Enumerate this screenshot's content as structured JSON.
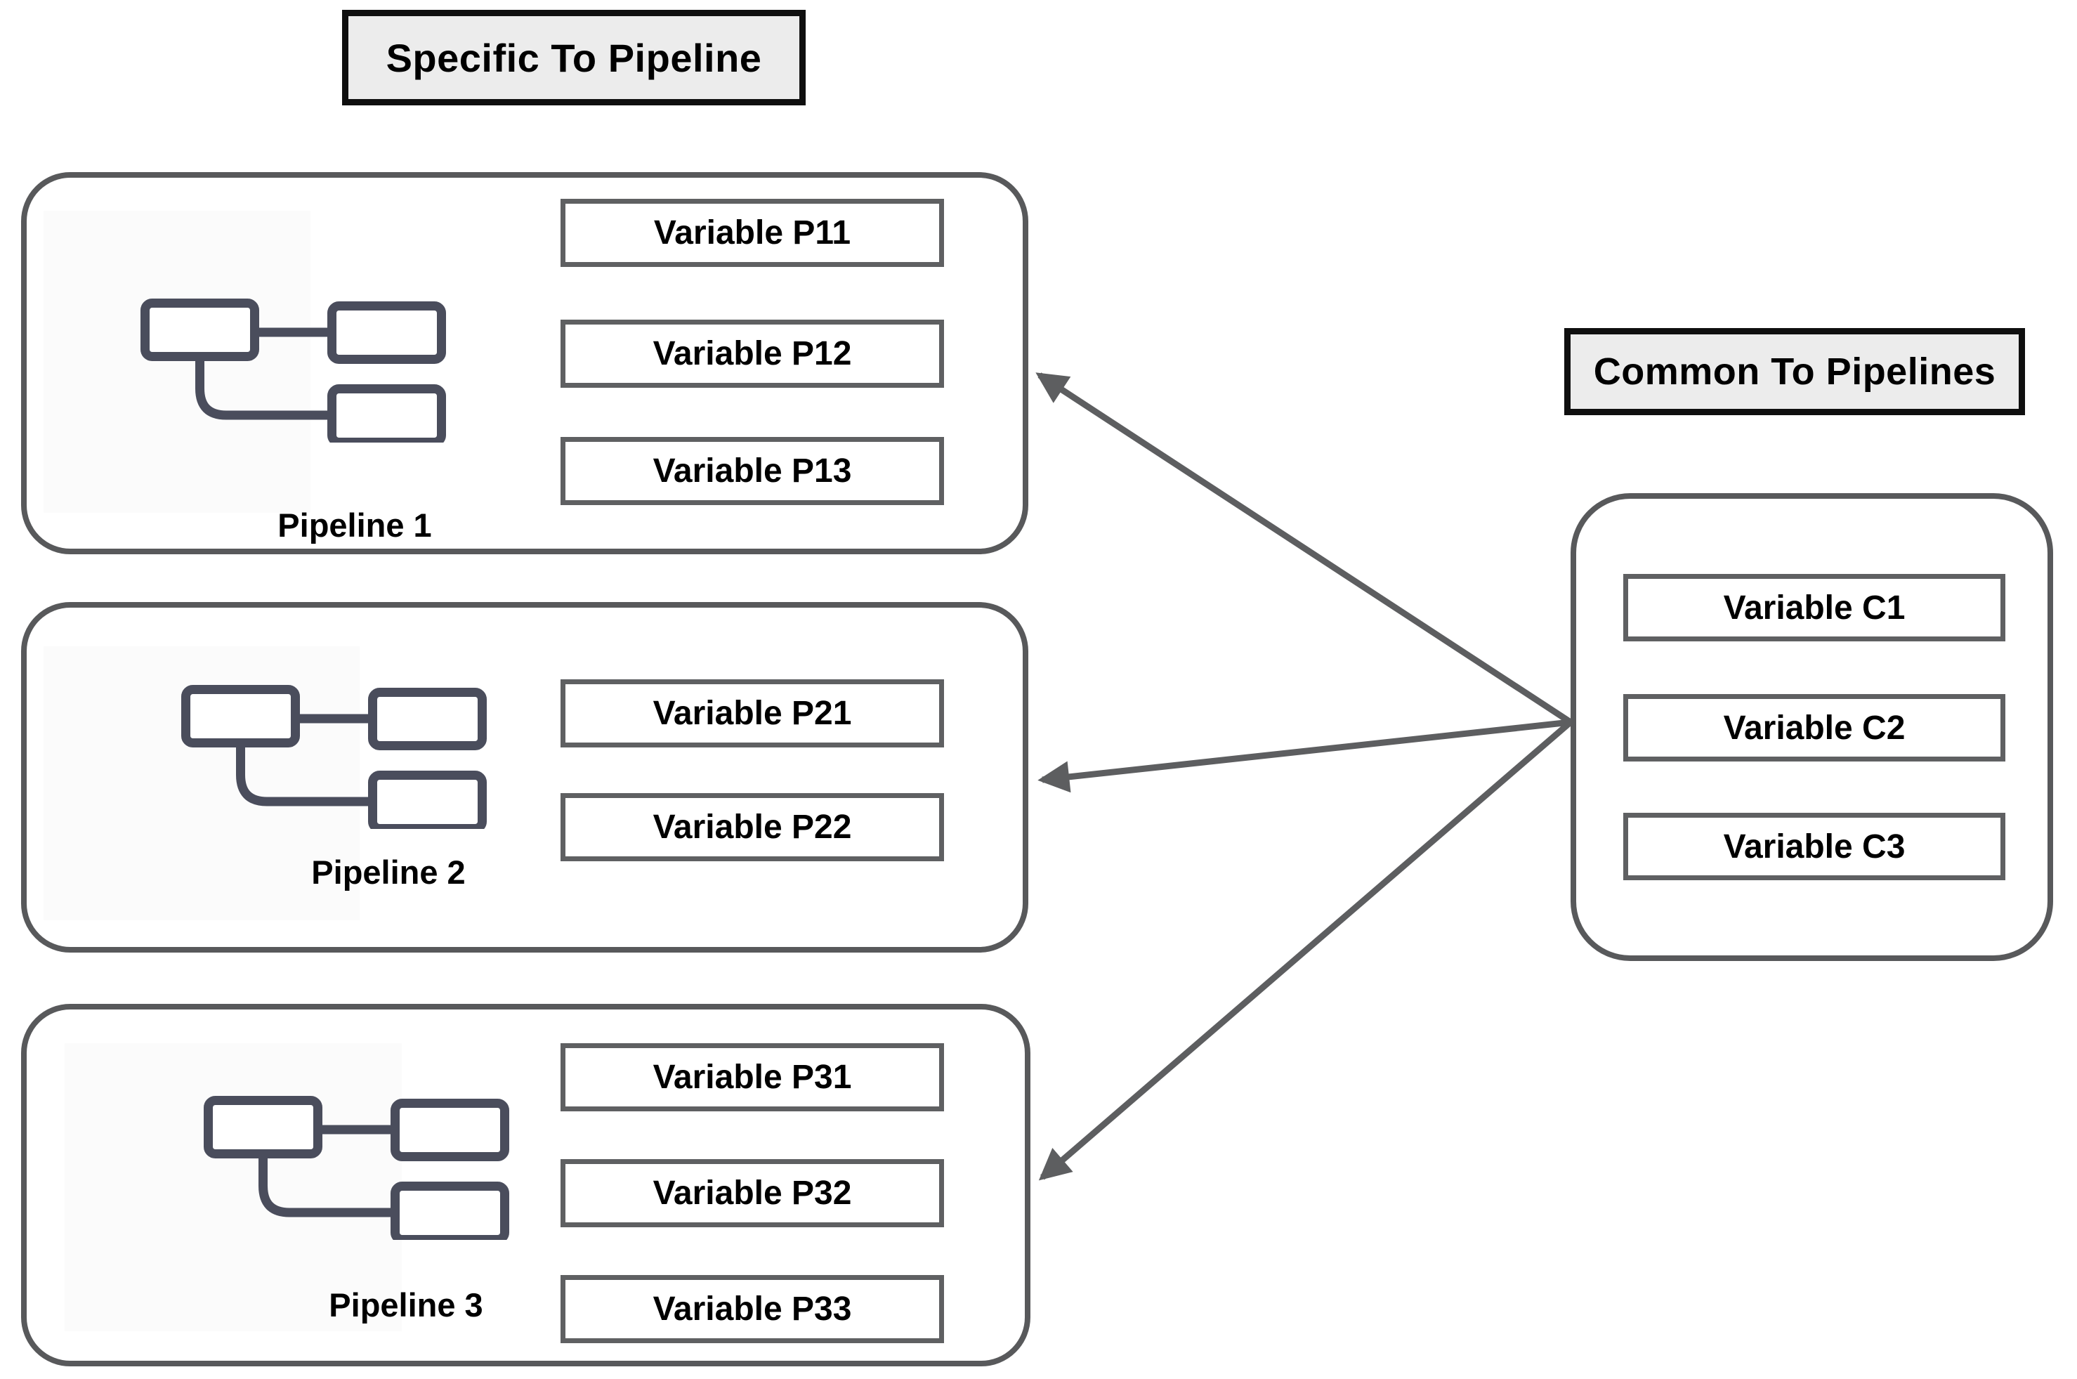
{
  "titles": {
    "specific": "Specific To Pipeline",
    "common": "Common To Pipelines"
  },
  "pipelines": [
    {
      "label": "Pipeline 1",
      "variables": [
        "Variable P11",
        "Variable P12",
        "Variable P13"
      ]
    },
    {
      "label": "Pipeline 2",
      "variables": [
        "Variable P21",
        "Variable P22"
      ]
    },
    {
      "label": "Pipeline 3",
      "variables": [
        "Variable P31",
        "Variable P32",
        "Variable P33"
      ]
    }
  ],
  "common_group": {
    "variables": [
      "Variable C1",
      "Variable C2",
      "Variable C3"
    ]
  },
  "icons": {
    "pipeline": "flowchart-icon"
  },
  "connections": [
    {
      "from": "common-group",
      "to": "pipeline-1"
    },
    {
      "from": "common-group",
      "to": "pipeline-2"
    },
    {
      "from": "common-group",
      "to": "pipeline-3"
    }
  ],
  "colors": {
    "background": "#ffffff",
    "container_border": "#58595b",
    "variable_border": "#5f6062",
    "title_border": "#0f0f0f",
    "title_background": "#ececec",
    "arrow": "#5d5e60",
    "icon": "#4a4d5c",
    "text": "#000000"
  }
}
